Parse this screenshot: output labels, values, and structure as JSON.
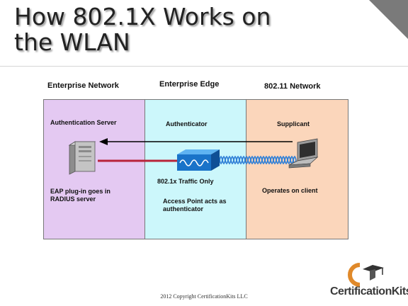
{
  "title": "How 802.1X Works on the WLAN",
  "columns": {
    "enterprise_network": "Enterprise Network",
    "enterprise_edge": "Enterprise Edge",
    "wireless_network": "802.11 Network"
  },
  "zones": {
    "left_color": "#e4c9f2",
    "middle_color": "#ccf7fb",
    "right_color": "#fbd6bb"
  },
  "labels": {
    "authentication_server": "Authentication Server",
    "authenticator": "Authenticator",
    "supplicant": "Supplicant",
    "eap_line1": "EAP plug-in goes in",
    "eap_line2": "RADIUS server",
    "traffic": "802.1x Traffic Only",
    "ap_line1": "Access Point acts as",
    "ap_line2": "authenticator",
    "operates": "Operates on client"
  },
  "footer": "2012 Copyright CertificationKits  LLC",
  "logo": "CertificationKits",
  "colors": {
    "wired_link": "#b8243a",
    "wireless_link": "#2f7fd6",
    "arrow": "#000000",
    "access_point": "#1a73c9"
  },
  "icons": {
    "server": "server-icon",
    "access_point": "access-point-icon",
    "laptop": "laptop-icon"
  }
}
